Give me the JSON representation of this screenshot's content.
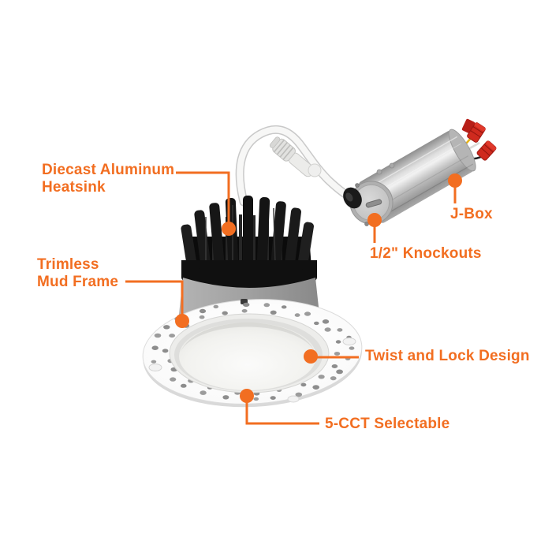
{
  "colors": {
    "accent": "#F26E21",
    "heatsink_black": "#151515",
    "collar_gray": "#9c9c9c",
    "frame_white": "#fdfdfd",
    "jbox_silver": "#c9c9c9",
    "wire_connector_red": "#cf2a1e",
    "wire_yellow": "#e8b419",
    "background": "#ffffff"
  },
  "callouts": [
    {
      "id": "diecast-heatsink",
      "label": "Diecast Aluminum\nHeatsink"
    },
    {
      "id": "trimless-mud-frame",
      "label": "Trimless\nMud Frame"
    },
    {
      "id": "j-box",
      "label": "J-Box"
    },
    {
      "id": "knockouts",
      "label": "1/2\" Knockouts"
    },
    {
      "id": "twist-lock",
      "label": "Twist and Lock Design"
    },
    {
      "id": "cct",
      "label": "5-CCT Selectable"
    }
  ],
  "diagram": {
    "subject": "recessed-led-downlight-with-remote-junction-box",
    "parts": [
      "diecast-aluminum-heatsink",
      "trimless-mud-frame-trim",
      "diffused-lens",
      "quick-connect-cable",
      "junction-box-driver",
      "red-wire-connectors"
    ]
  }
}
